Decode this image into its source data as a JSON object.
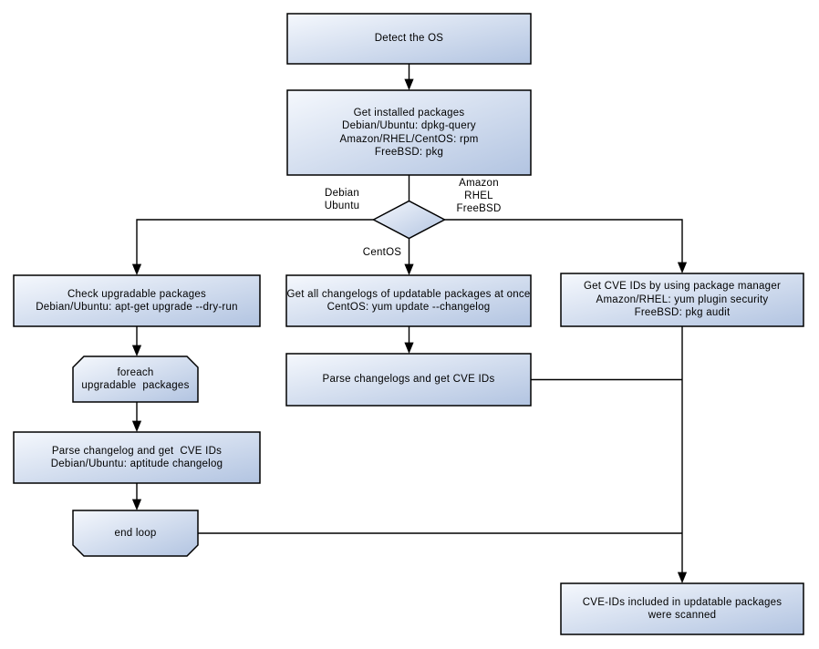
{
  "colors": {
    "background": "#ffffff",
    "node_fill_light": "#f5f8fd",
    "node_fill_dark": "#b2c4e1",
    "node_border": "#000000",
    "edge_line": "#000000",
    "text": "#000000"
  },
  "nodes": {
    "detect_os": {
      "label": "Detect the OS"
    },
    "get_installed": {
      "label": "Get installed packages\nDebian/Ubuntu: dpkg-query\nAmazon/RHEL/CentOS: rpm\nFreeBSD: pkg"
    },
    "check_upgradable": {
      "label": "Check upgradable packages\nDebian/Ubuntu: apt-get upgrade --dry-run"
    },
    "foreach_loop": {
      "label": "foreach\nupgradable  packages"
    },
    "parse_changelog": {
      "label": "Parse changelog and get  CVE IDs\nDebian/Ubuntu: aptitude changelog"
    },
    "end_loop": {
      "label": "end loop"
    },
    "get_changelogs": {
      "label": "Get all changelogs of updatable packages at once\nCentOS: yum update --changelog"
    },
    "parse_changelogs": {
      "label": "Parse changelogs and get CVE IDs"
    },
    "get_cve_pkgmgr": {
      "label": "Get CVE IDs by using package manager\nAmazon/RHEL: yum plugin security\nFreeBSD: pkg audit"
    },
    "scanned": {
      "label": "CVE-IDs included in updatable packages\nwere scanned"
    }
  },
  "edge_labels": {
    "debian_branch": "Debian\nUbuntu",
    "amazon_branch": "Amazon\nRHEL\nFreeBSD",
    "centos_branch": "CentOS"
  }
}
